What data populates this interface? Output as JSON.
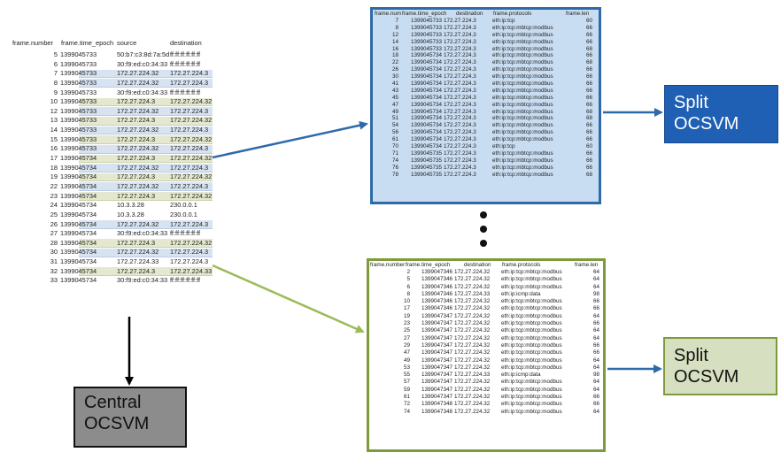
{
  "main_table": {
    "headers": [
      "frame.number",
      "frame.time_epoch",
      "source",
      "destination"
    ],
    "rows": [
      {
        "n": "5",
        "e": "1399045733",
        "s": "50:b7:c3:8d:7a:5d",
        "d": "ff:ff:ff:ff:ff:ff",
        "hl": ""
      },
      {
        "n": "6",
        "e": "1399045733",
        "s": "30:f9:ed:c0:34:33",
        "d": "ff:ff:ff:ff:ff:ff",
        "hl": ""
      },
      {
        "n": "7",
        "e": "1399045733",
        "s": "172.27.224.32",
        "d": "172.27.224.3",
        "hl": "blue"
      },
      {
        "n": "8",
        "e": "1399045733",
        "s": "172.27.224.32",
        "d": "172.27.224.3",
        "hl": "blue"
      },
      {
        "n": "9",
        "e": "1399045733",
        "s": "30:f9:ed:c0:34:33",
        "d": "ff:ff:ff:ff:ff:ff",
        "hl": ""
      },
      {
        "n": "10",
        "e": "1399045733",
        "s": "172.27.224.3",
        "d": "172.27.224.32",
        "hl": "green"
      },
      {
        "n": "12",
        "e": "1399045733",
        "s": "172.27.224.32",
        "d": "172.27.224.3",
        "hl": "blue"
      },
      {
        "n": "13",
        "e": "1399045733",
        "s": "172.27.224.3",
        "d": "172.27.224.32",
        "hl": "green"
      },
      {
        "n": "14",
        "e": "1399045733",
        "s": "172.27.224.32",
        "d": "172.27.224.3",
        "hl": "blue"
      },
      {
        "n": "15",
        "e": "1399045733",
        "s": "172.27.224.3",
        "d": "172.27.224.32",
        "hl": "green"
      },
      {
        "n": "16",
        "e": "1399045733",
        "s": "172.27.224.32",
        "d": "172.27.224.3",
        "hl": "blue"
      },
      {
        "n": "17",
        "e": "1399045734",
        "s": "172.27.224.3",
        "d": "172.27.224.32",
        "hl": "green"
      },
      {
        "n": "18",
        "e": "1399045734",
        "s": "172.27.224.32",
        "d": "172.27.224.3",
        "hl": "blue"
      },
      {
        "n": "19",
        "e": "1399045734",
        "s": "172.27.224.3",
        "d": "172.27.224.32",
        "hl": "green"
      },
      {
        "n": "22",
        "e": "1399045734",
        "s": "172.27.224.32",
        "d": "172.27.224.3",
        "hl": "blue"
      },
      {
        "n": "23",
        "e": "1399045734",
        "s": "172.27.224.3",
        "d": "172.27.224.32",
        "hl": "green"
      },
      {
        "n": "24",
        "e": "1399045734",
        "s": "10.3.3.28",
        "d": "230.0.0.1",
        "hl": ""
      },
      {
        "n": "25",
        "e": "1399045734",
        "s": "10.3.3.28",
        "d": "230.0.0.1",
        "hl": ""
      },
      {
        "n": "26",
        "e": "1399045734",
        "s": "172.27.224.32",
        "d": "172.27.224.3",
        "hl": "blue"
      },
      {
        "n": "27",
        "e": "1399045734",
        "s": "30:f9:ed:c0:34:33",
        "d": "ff:ff:ff:ff:ff:ff",
        "hl": ""
      },
      {
        "n": "28",
        "e": "1399045734",
        "s": "172.27.224.3",
        "d": "172.27.224.32",
        "hl": "green"
      },
      {
        "n": "30",
        "e": "1399045734",
        "s": "172.27.224.32",
        "d": "172.27.224.3",
        "hl": "blue"
      },
      {
        "n": "31",
        "e": "1399045734",
        "s": "172.27.224.33",
        "d": "172.27.224.3",
        "hl": ""
      },
      {
        "n": "32",
        "e": "1399045734",
        "s": "172.27.224.3",
        "d": "172.27.224.33",
        "hl": "green"
      },
      {
        "n": "33",
        "e": "1399045734",
        "s": "30:f9:ed:c0:34:33",
        "d": "ff:ff:ff:ff:ff:ff",
        "hl": ""
      }
    ]
  },
  "panel_top": {
    "headers": [
      "frame.num",
      "frame.time_epoch",
      "destination",
      "frame.protocols",
      "frame.len"
    ],
    "rows": [
      [
        "7",
        "1399045733",
        "172.27.224.3",
        "eth:ip:tcp",
        "60"
      ],
      [
        "8",
        "1399045733",
        "172.27.224.3",
        "eth:ip:tcp:mbtcp:modbus",
        "66"
      ],
      [
        "12",
        "1399045733",
        "172.27.224.3",
        "eth:ip:tcp:mbtcp:modbus",
        "66"
      ],
      [
        "14",
        "1399045733",
        "172.27.224.3",
        "eth:ip:tcp:mbtcp:modbus",
        "66"
      ],
      [
        "16",
        "1399045733",
        "172.27.224.3",
        "eth:ip:tcp:mbtcp:modbus",
        "68"
      ],
      [
        "18",
        "1399045734",
        "172.27.224.3",
        "eth:ip:tcp:mbtcp:modbus",
        "66"
      ],
      [
        "22",
        "1399045734",
        "172.27.224.3",
        "eth:ip:tcp:mbtcp:modbus",
        "68"
      ],
      [
        "26",
        "1399045734",
        "172.27.224.3",
        "eth:ip:tcp:mbtcp:modbus",
        "66"
      ],
      [
        "30",
        "1399045734",
        "172.27.224.3",
        "eth:ip:tcp:mbtcp:modbus",
        "66"
      ],
      [
        "41",
        "1399045734",
        "172.27.224.3",
        "eth:ip:tcp:mbtcp:modbus",
        "66"
      ],
      [
        "43",
        "1399045734",
        "172.27.224.3",
        "eth:ip:tcp:mbtcp:modbus",
        "66"
      ],
      [
        "45",
        "1399045734",
        "172.27.224.3",
        "eth:ip:tcp:mbtcp:modbus",
        "66"
      ],
      [
        "47",
        "1399045734",
        "172.27.224.3",
        "eth:ip:tcp:mbtcp:modbus",
        "66"
      ],
      [
        "49",
        "1399045734",
        "172.27.224.3",
        "eth:ip:tcp:mbtcp:modbus",
        "68"
      ],
      [
        "51",
        "1399045734",
        "172.27.224.3",
        "eth:ip:tcp:mbtcp:modbus",
        "68"
      ],
      [
        "54",
        "1399045734",
        "172.27.224.3",
        "eth:ip:tcp:mbtcp:modbus",
        "66"
      ],
      [
        "56",
        "1399045734",
        "172.27.224.3",
        "eth:ip:tcp:mbtcp:modbus",
        "66"
      ],
      [
        "61",
        "1399045734",
        "172.27.224.3",
        "eth:ip:tcp:mbtcp:modbus",
        "66"
      ],
      [
        "70",
        "1399045734",
        "172.27.224.3",
        "eth:ip:tcp",
        "60"
      ],
      [
        "71",
        "1399045735",
        "172.27.224.3",
        "eth:ip:tcp:mbtcp:modbus",
        "66"
      ],
      [
        "74",
        "1399045735",
        "172.27.224.3",
        "eth:ip:tcp:mbtcp:modbus",
        "66"
      ],
      [
        "76",
        "1399045735",
        "172.27.224.3",
        "eth:ip:tcp:mbtcp:modbus",
        "66"
      ],
      [
        "78",
        "1399045735",
        "172.27.224.3",
        "eth:ip:tcp:mbtcp:modbus",
        "68"
      ]
    ]
  },
  "panel_bottom": {
    "headers": [
      "frame.number",
      "frame.time_epoch",
      "destination",
      "frame.protocols",
      "frame.len"
    ],
    "rows": [
      [
        "2",
        "1399047346",
        "172.27.224.32",
        "eth:ip:tcp:mbtcp:modbus",
        "64"
      ],
      [
        "5",
        "1399047346",
        "172.27.224.32",
        "eth:ip:tcp:mbtcp:modbus",
        "64"
      ],
      [
        "6",
        "1399047346",
        "172.27.224.32",
        "eth:ip:tcp:mbtcp:modbus",
        "64"
      ],
      [
        "8",
        "1399047346",
        "172.27.224.33",
        "eth:ip:icmp:data",
        "98"
      ],
      [
        "10",
        "1399047346",
        "172.27.224.32",
        "eth:ip:tcp:mbtcp:modbus",
        "66"
      ],
      [
        "17",
        "1399047346",
        "172.27.224.32",
        "eth:ip:tcp:mbtcp:modbus",
        "66"
      ],
      [
        "19",
        "1399047347",
        "172.27.224.32",
        "eth:ip:tcp:mbtcp:modbus",
        "64"
      ],
      [
        "23",
        "1399047347",
        "172.27.224.32",
        "eth:ip:tcp:mbtcp:modbus",
        "66"
      ],
      [
        "25",
        "1399047347",
        "172.27.224.32",
        "eth:ip:tcp:mbtcp:modbus",
        "64"
      ],
      [
        "27",
        "1399047347",
        "172.27.224.32",
        "eth:ip:tcp:mbtcp:modbus",
        "64"
      ],
      [
        "29",
        "1399047347",
        "172.27.224.32",
        "eth:ip:tcp:mbtcp:modbus",
        "66"
      ],
      [
        "47",
        "1399047347",
        "172.27.224.32",
        "eth:ip:tcp:mbtcp:modbus",
        "66"
      ],
      [
        "49",
        "1399047347",
        "172.27.224.32",
        "eth:ip:tcp:mbtcp:modbus",
        "64"
      ],
      [
        "53",
        "1399047347",
        "172.27.224.32",
        "eth:ip:tcp:mbtcp:modbus",
        "64"
      ],
      [
        "55",
        "1399047347",
        "172.27.224.33",
        "eth:ip:icmp:data",
        "98"
      ],
      [
        "57",
        "1399047347",
        "172.27.224.32",
        "eth:ip:tcp:mbtcp:modbus",
        "64"
      ],
      [
        "59",
        "1399047347",
        "172.27.224.32",
        "eth:ip:tcp:mbtcp:modbus",
        "64"
      ],
      [
        "61",
        "1399047347",
        "172.27.224.32",
        "eth:ip:tcp:mbtcp:modbus",
        "66"
      ],
      [
        "72",
        "1399047348",
        "172.27.224.32",
        "eth:ip:tcp:mbtcp:modbus",
        "66"
      ],
      [
        "74",
        "1399047348",
        "172.27.224.32",
        "eth:ip:tcp:mbtcp:modbus",
        "64"
      ]
    ]
  },
  "boxes": {
    "split_top": [
      "Split",
      "OCSVM"
    ],
    "split_bottom": [
      "Split",
      "OCSVM"
    ],
    "central": [
      "Central",
      "OCSVM"
    ]
  },
  "colors": {
    "split_top_fill": "#1f5fb4",
    "split_bottom_fill": "#d6dfbf",
    "central_fill": "#8c8c8c",
    "blue_highlight": "#d7e3f1",
    "green_highlight": "#e3e8cf",
    "blue_arrow": "#2f6aa8",
    "green_arrow": "#9bbb59"
  }
}
